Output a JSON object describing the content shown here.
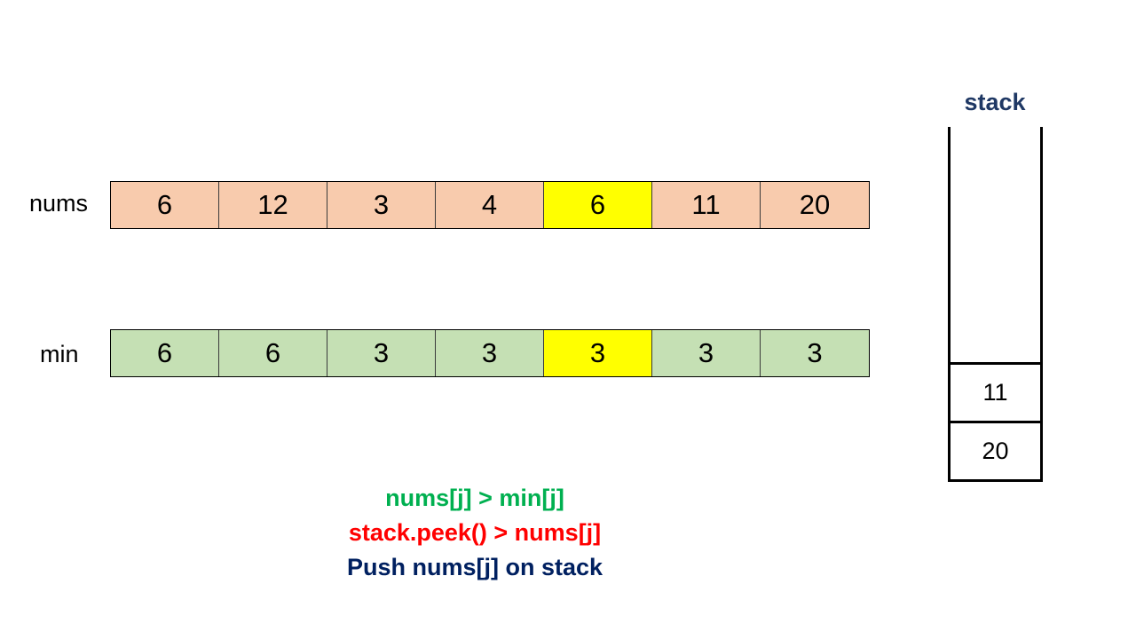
{
  "colors": {
    "nums_fill": "#f8cbad",
    "min_fill": "#c5e0b4",
    "highlight_fill": "#ffff00",
    "stack_title": "#1f3864",
    "cond_green": "#00b050",
    "cond_red": "#ff0000",
    "cond_navy": "#002060"
  },
  "highlight_index": 4,
  "labels": {
    "nums": "nums",
    "min": "min",
    "stack": "stack"
  },
  "nums": [
    "6",
    "12",
    "3",
    "4",
    "6",
    "11",
    "20"
  ],
  "min": [
    "6",
    "6",
    "3",
    "3",
    "3",
    "3",
    "3"
  ],
  "stack_items": [
    "11",
    "20"
  ],
  "conditions": [
    {
      "text": "nums[j] > min[j]",
      "color": "#00b050"
    },
    {
      "text": "stack.peek() > nums[j]",
      "color": "#ff0000"
    },
    {
      "text": "Push nums[j] on stack",
      "color": "#002060"
    }
  ]
}
